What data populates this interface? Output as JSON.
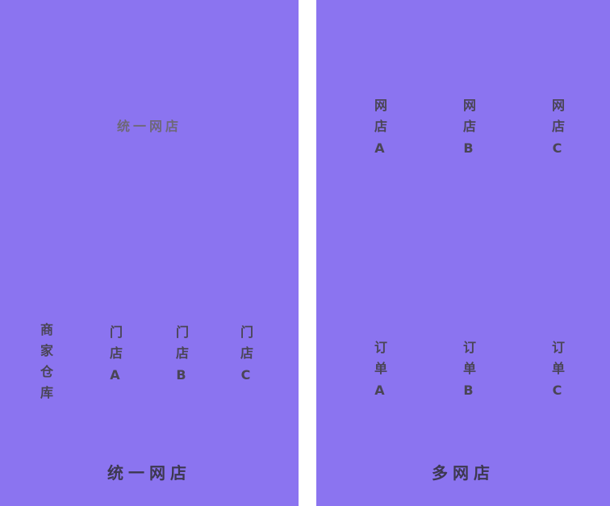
{
  "colors": {
    "panel_bg": "#8b74f0",
    "muted_label": "#6e6878",
    "node_label": "#4a4556",
    "title": "#3d3850"
  },
  "left_panel": {
    "header_label": "统一网店",
    "warehouse_label": "商家仓库",
    "stores": [
      {
        "label": "门店A"
      },
      {
        "label": "门店B"
      },
      {
        "label": "门店C"
      }
    ],
    "title": "统一网店"
  },
  "right_panel": {
    "shops": [
      {
        "label": "网店A"
      },
      {
        "label": "网店B"
      },
      {
        "label": "网店C"
      }
    ],
    "orders": [
      {
        "label": "订单A"
      },
      {
        "label": "订单B"
      },
      {
        "label": "订单C"
      }
    ],
    "title": "多网店"
  }
}
